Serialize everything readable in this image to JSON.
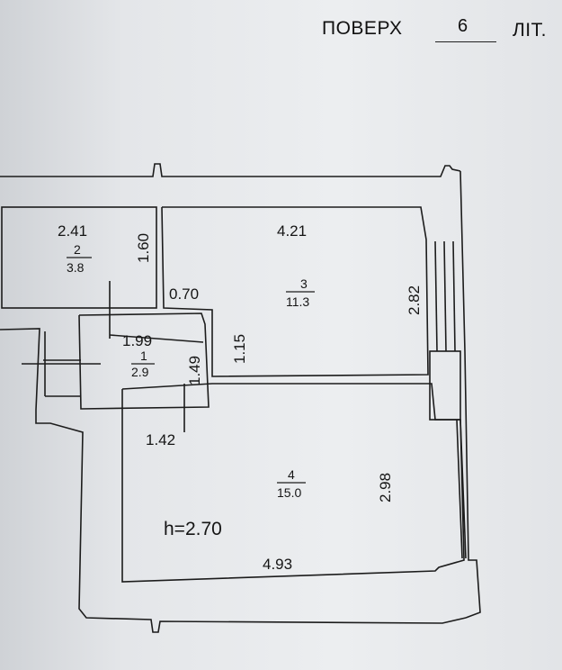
{
  "header": {
    "floor_label": "ПОВЕРХ",
    "floor_number": "6",
    "lit_label": "ЛІТ."
  },
  "rooms": [
    {
      "number": "2",
      "area": "3.8",
      "width": "2.41",
      "depth": "1.60"
    },
    {
      "number": "3",
      "area": "11.3",
      "width": "4.21",
      "depth": "2.82"
    },
    {
      "number": "1",
      "area": "2.9",
      "width": "1.99",
      "depth": "1.49"
    },
    {
      "number": "4",
      "area": "15.0",
      "width": "4.93",
      "depth": "2.98"
    }
  ],
  "extra_dimensions": {
    "niche_width": "0.70",
    "niche_depth": "1.15",
    "hall_width": "1.42"
  },
  "ceiling_height": "h=2.70"
}
